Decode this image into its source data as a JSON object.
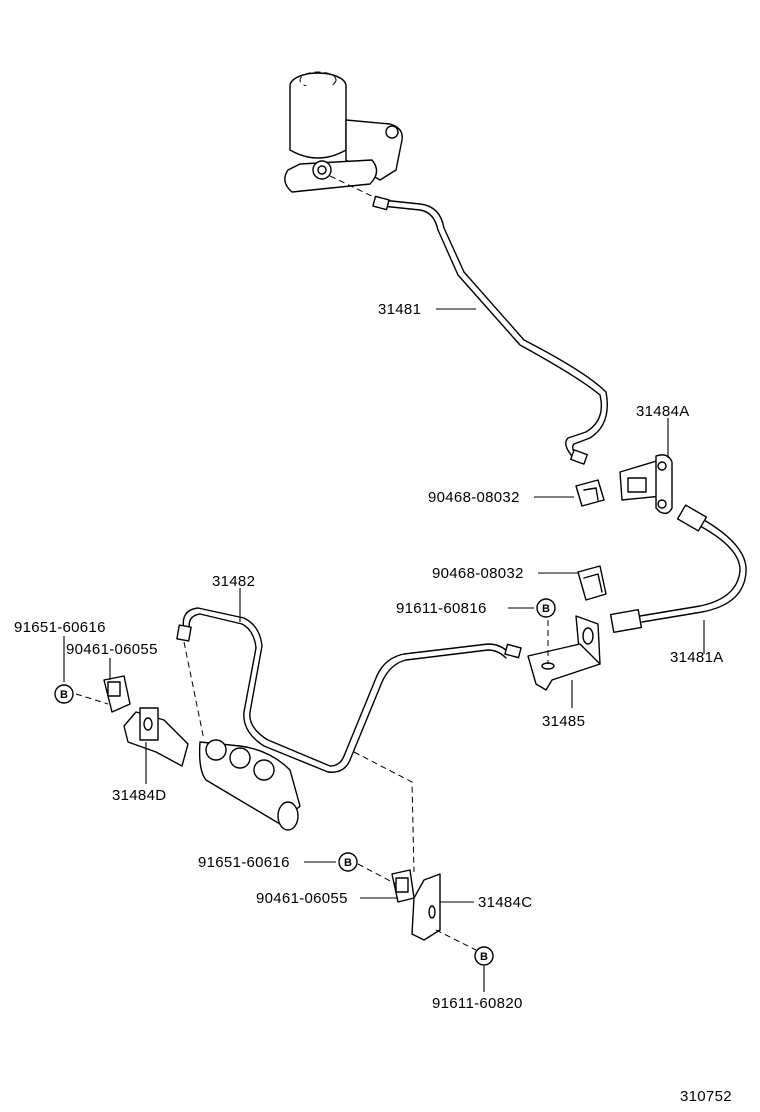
{
  "labels": {
    "p31481": "31481",
    "p31484A": "31484A",
    "p90468a": "90468-08032",
    "p90468b": "90468-08032",
    "p91611a": "91611-60816",
    "p31481A": "31481A",
    "p31485": "31485",
    "p31482": "31482",
    "p91651a": "91651-60616",
    "p90461a": "90461-06055",
    "p31484D": "31484D",
    "p91651b": "91651-60616",
    "p90461b": "90461-06055",
    "p31484C": "31484C",
    "p91611b": "91611-60820",
    "figure_number": "310752"
  },
  "marks": {
    "b_symbol": "B"
  }
}
